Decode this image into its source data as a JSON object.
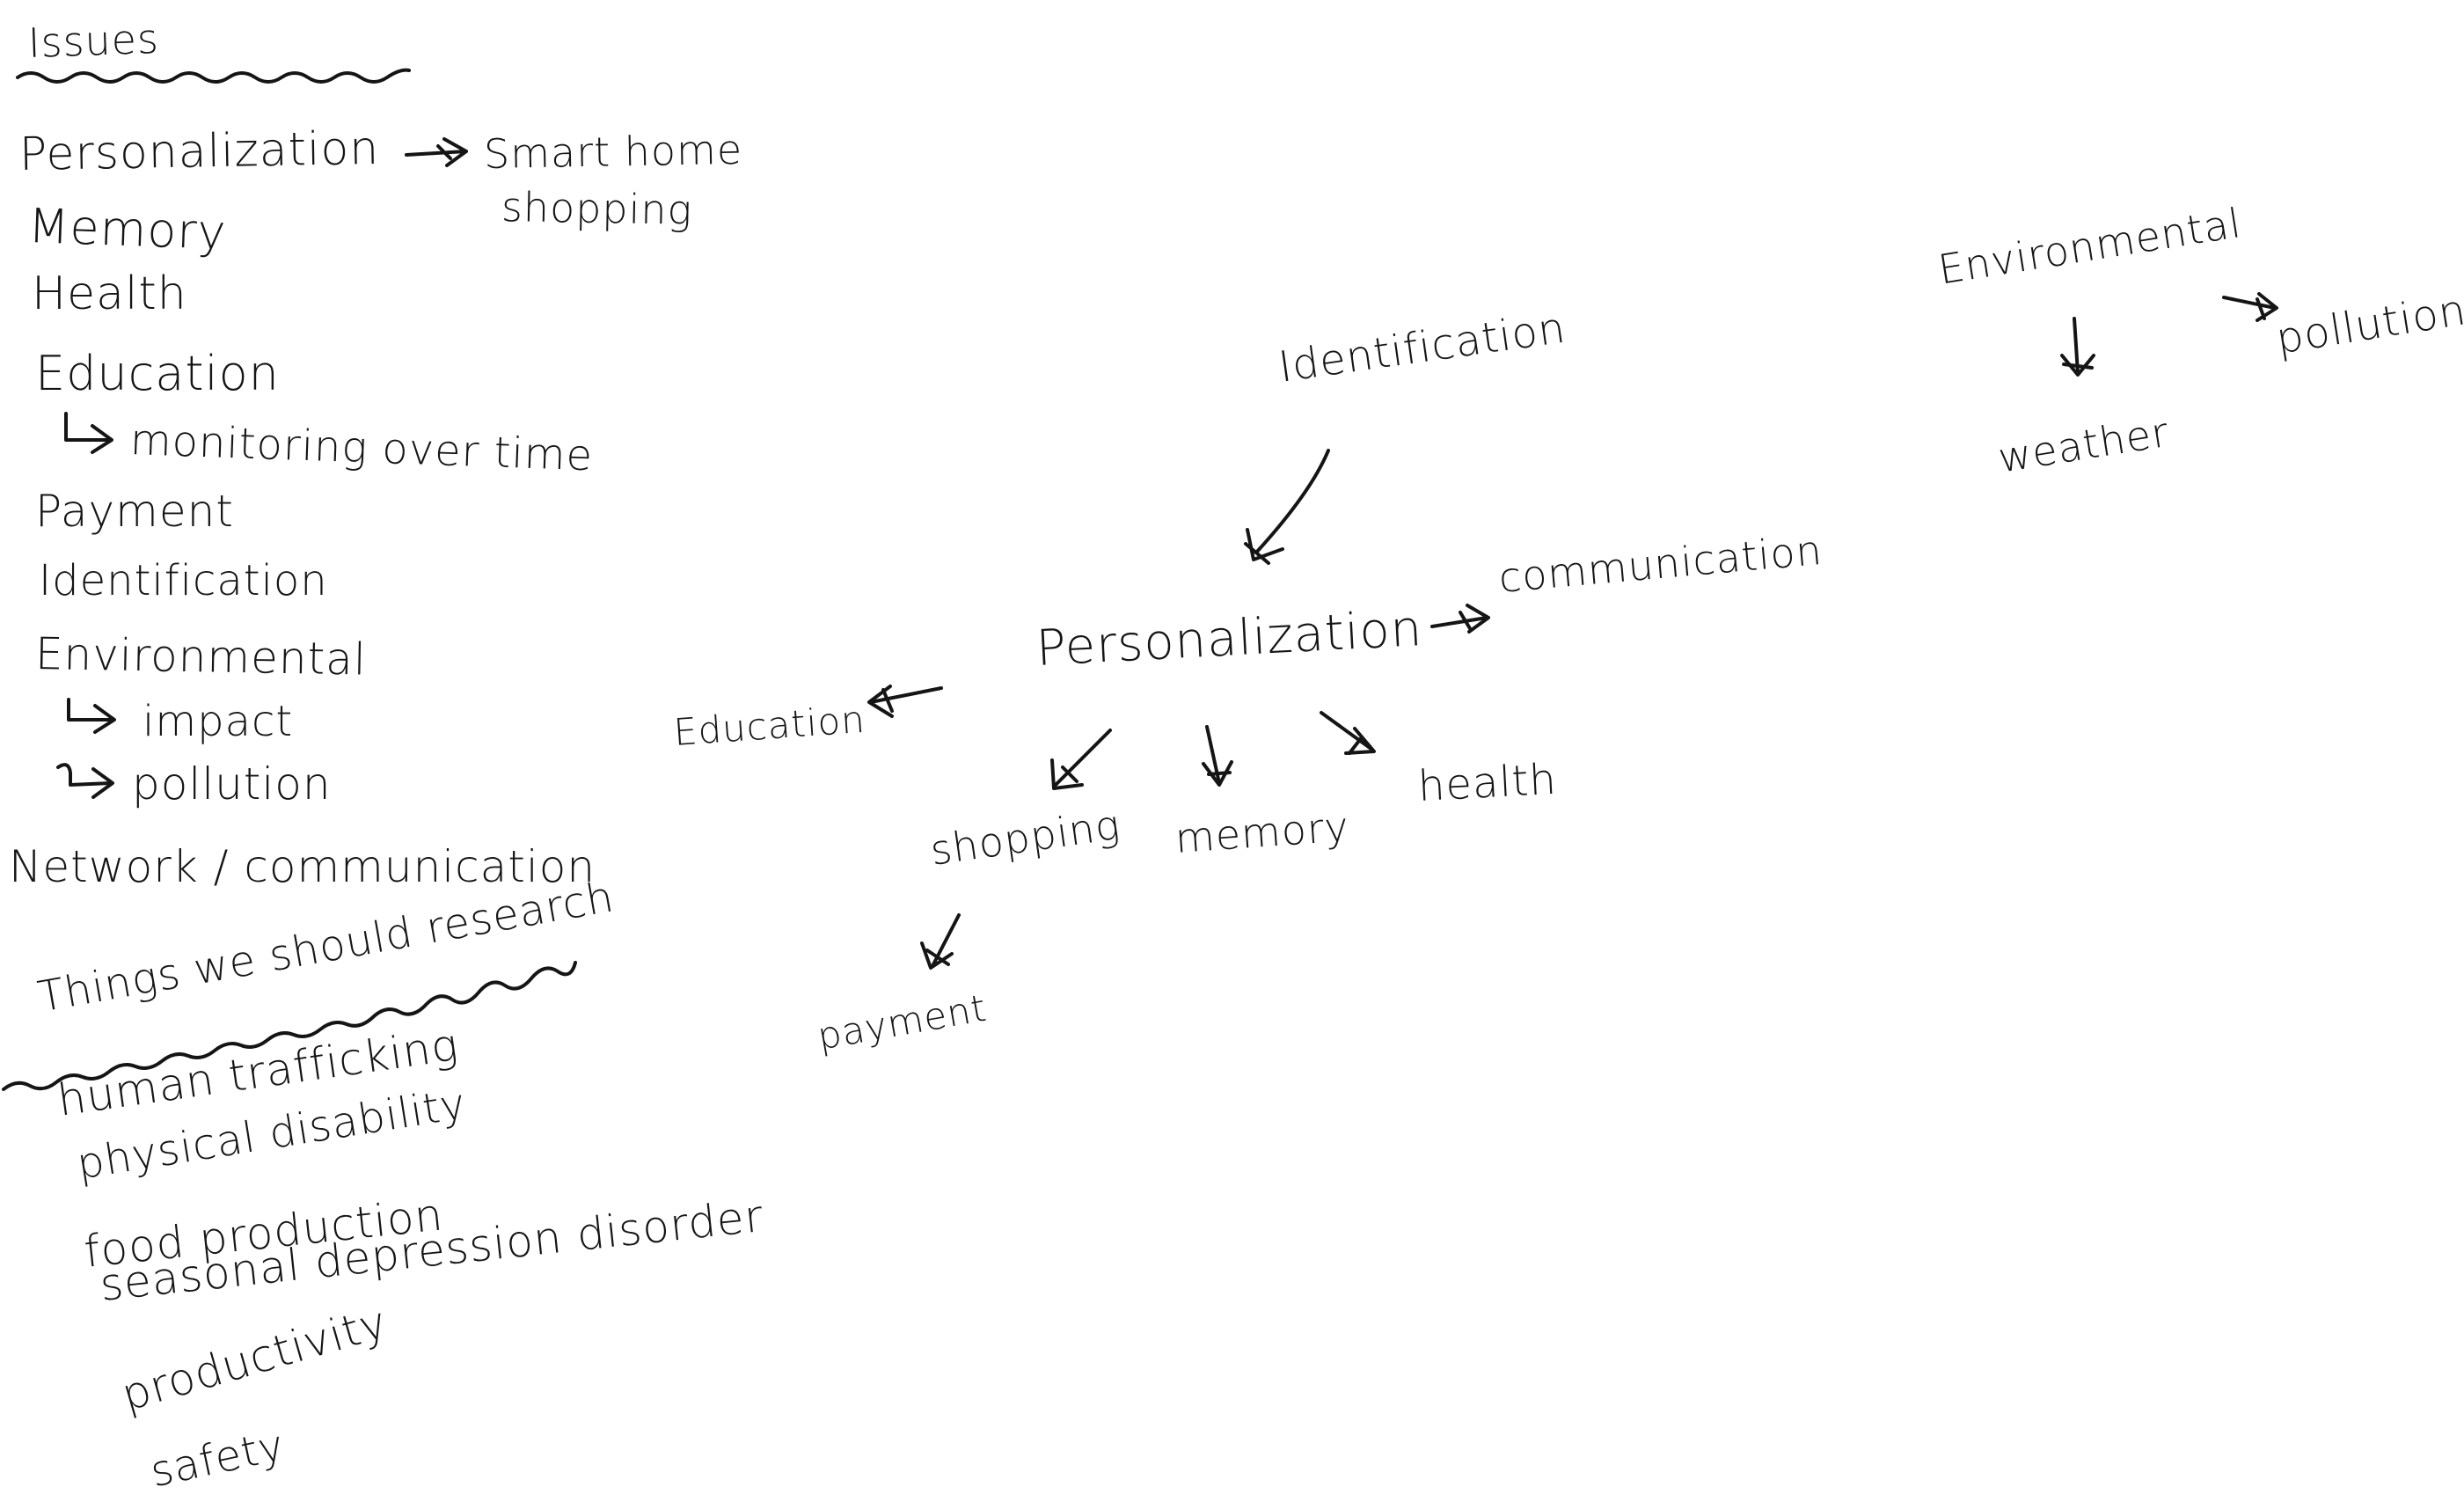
{
  "issues": {
    "heading": "Issues",
    "items": [
      "Personalization",
      "Memory",
      "Health",
      "Education",
      "monitoring over time",
      "Payment",
      "Identification",
      "Environmental",
      "impact",
      "pollution",
      "Network / communication"
    ],
    "personalization_branches": [
      "Smart home",
      "shopping"
    ]
  },
  "research": {
    "heading": "Things we should research",
    "items": [
      "human trafficking",
      "physical disability",
      "food production",
      "seasonal depression disorder",
      "productivity",
      "safety"
    ]
  },
  "mindmap": {
    "center": "Personalization",
    "nodes": {
      "identification": "Identification",
      "communication": "communication",
      "education": "Education",
      "shopping": "shopping",
      "memory": "memory",
      "health": "health",
      "payment": "payment"
    }
  },
  "environment_map": {
    "root": "Environmental",
    "weather": "weather",
    "pollution": "pollution"
  },
  "colors": {
    "ink": "#151515",
    "paper": "#ffffff"
  }
}
